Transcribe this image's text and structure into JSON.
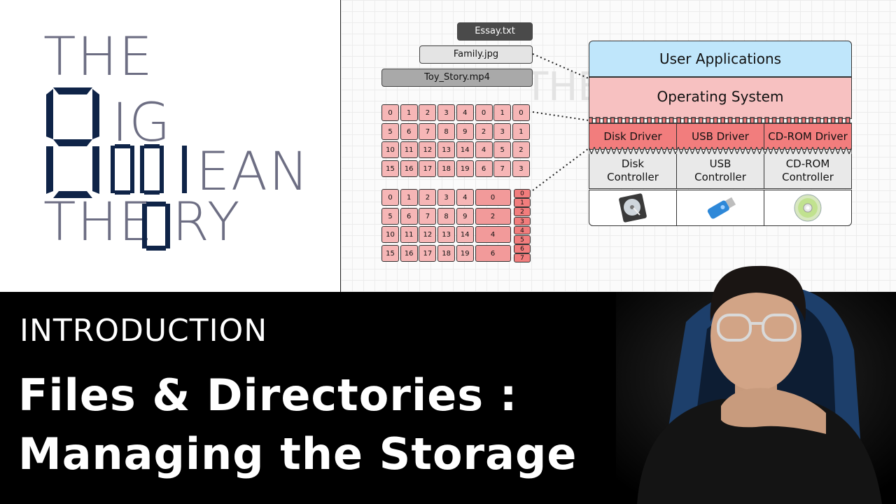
{
  "logo": {
    "line1": "THE",
    "big_b": "8",
    "ig": "IG",
    "ean_row_digits": "001",
    "ean": "EAN",
    "theory_pre": "THE",
    "theory_o": "0",
    "theory_post": "RY"
  },
  "files": [
    "Essay.txt",
    "Family.jpg",
    "Toy_Story.mp4"
  ],
  "grid_top": [
    [
      "0",
      "1",
      "2",
      "3",
      "4",
      "0",
      "1",
      "0"
    ],
    [
      "5",
      "6",
      "7",
      "8",
      "9",
      "2",
      "3",
      "1"
    ],
    [
      "10",
      "11",
      "12",
      "13",
      "14",
      "4",
      "5",
      "2"
    ],
    [
      "15",
      "16",
      "17",
      "18",
      "19",
      "6",
      "7",
      "3"
    ]
  ],
  "grid_bottom": [
    [
      "0",
      "1",
      "2",
      "3",
      "4",
      "0"
    ],
    [
      "5",
      "6",
      "7",
      "8",
      "9",
      "2"
    ],
    [
      "10",
      "11",
      "12",
      "13",
      "14",
      "4"
    ],
    [
      "15",
      "16",
      "17",
      "18",
      "19",
      "6"
    ]
  ],
  "grid_bottom_side": [
    "0",
    "1",
    "2",
    "3",
    "4",
    "5",
    "6",
    "7"
  ],
  "stack": {
    "user_apps": "User Applications",
    "os": "Operating System",
    "drivers": [
      "Disk Driver",
      "USB Driver",
      "CD-ROM Driver"
    ],
    "controllers": [
      [
        "Disk",
        "Controller"
      ],
      [
        "USB",
        "Controller"
      ],
      [
        "CD-ROM",
        "Controller"
      ]
    ],
    "devices": [
      "hard-disk-icon",
      "usb-drive-icon",
      "cd-disc-icon"
    ]
  },
  "watermark": "THE",
  "intro": "INTRODUCTION",
  "title_line1": "Files & Directories :",
  "title_line2": "Managing the Storage",
  "colors": {
    "logo_gray": "#6d6e83",
    "logo_navy": "#0f2448",
    "user_apps": "#bfe6fb",
    "os": "#f7c1c1",
    "driver": "#f27d7d",
    "controller": "#e9e9e9",
    "cell": "#f6b6b6"
  }
}
